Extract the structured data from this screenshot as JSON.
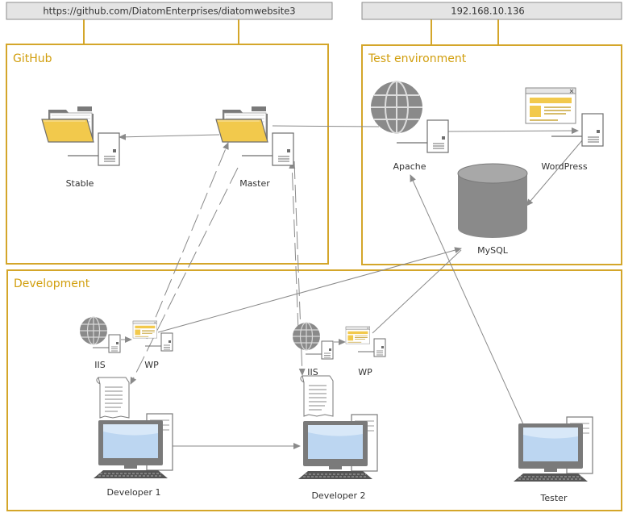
{
  "colors": {
    "border": "#d4a62a",
    "title": "#d19e0d",
    "urlbox_fill": "#e4e4e4",
    "urlbox_stroke": "#8c8c8c",
    "line": "#8a8a8a",
    "folder": "#f2c94c",
    "screen": "#bcd6f1"
  },
  "url_boxes": {
    "github": "https://github.com/DiatomEnterprises/diatomwebsite3",
    "test": "192.168.10.136"
  },
  "panels": {
    "github": "GitHub",
    "test": "Test environment",
    "development": "Development"
  },
  "nodes": {
    "stable": "Stable",
    "master": "Master",
    "apache": "Apache",
    "wordpress": "WordPress",
    "mysql": "MySQL",
    "iis1": "IIS",
    "wp1": "WP",
    "iis2": "IIS",
    "wp2": "WP",
    "dev1": "Developer 1",
    "dev2": "Developer 2",
    "tester": "Tester"
  },
  "icons": {
    "folder": "folder-icon",
    "server": "server-icon",
    "globe": "globe-icon",
    "browser": "browser-window-icon",
    "database": "database-icon",
    "document": "document-icon",
    "computer": "computer-icon"
  }
}
